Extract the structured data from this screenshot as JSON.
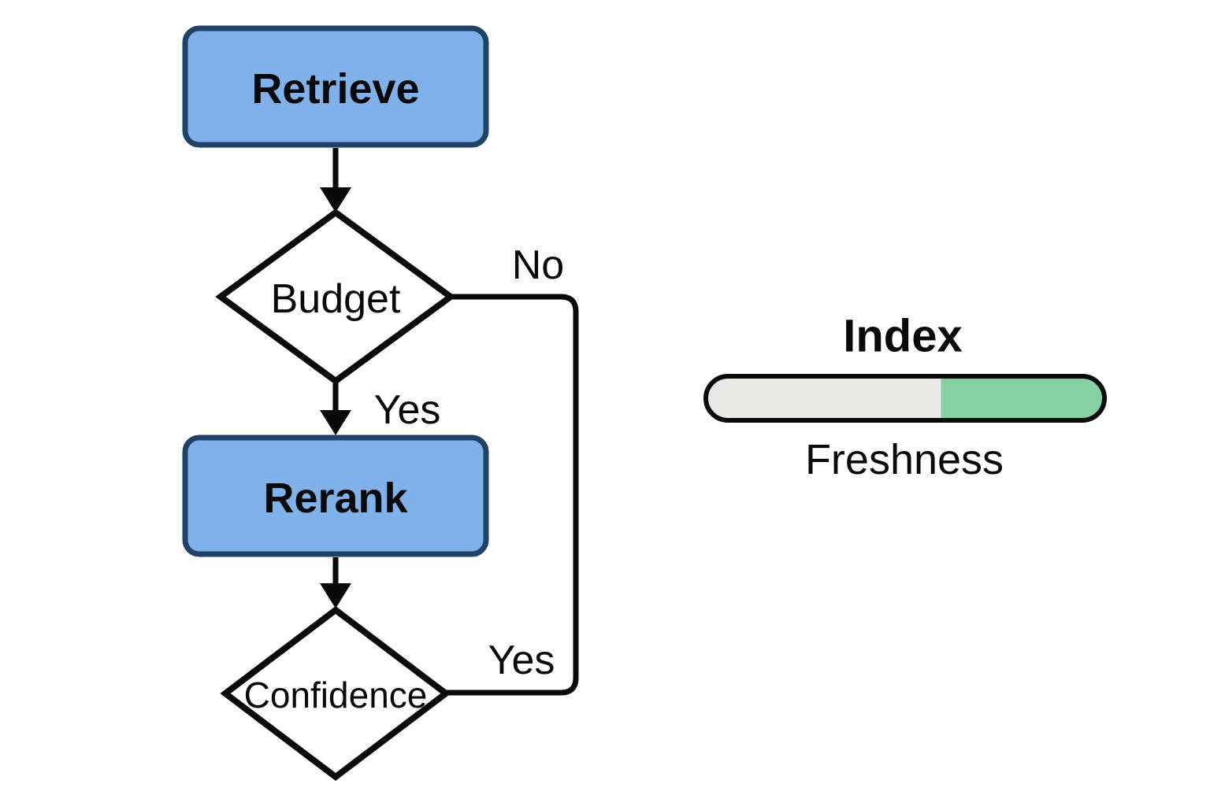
{
  "flowchart": {
    "nodes": [
      {
        "id": "retrieve",
        "shape": "rounded-rect",
        "label": "Retrieve"
      },
      {
        "id": "budget",
        "shape": "diamond",
        "label": "Budget"
      },
      {
        "id": "rerank",
        "shape": "rounded-rect",
        "label": "Rerank"
      },
      {
        "id": "confidence",
        "shape": "diamond",
        "label": "Confidence"
      }
    ],
    "edge_labels": [
      {
        "id": "budget-no",
        "label": "No"
      },
      {
        "id": "budget-yes",
        "label": "Yes"
      },
      {
        "id": "confidence-yes",
        "label": "Yes"
      }
    ],
    "edges": [
      {
        "from": "retrieve",
        "to": "budget"
      },
      {
        "from": "budget",
        "to": "rerank",
        "label_id": "budget-yes"
      },
      {
        "from": "rerank",
        "to": "confidence"
      },
      {
        "from": "budget",
        "to": "confidence",
        "label_id": "budget-no",
        "route": "right-side-loop"
      },
      {
        "from": "confidence",
        "to": "right-side-loop",
        "label_id": "confidence-yes"
      }
    ]
  },
  "gauge": {
    "title": "Index",
    "caption": "Freshness",
    "filled_pct": 41,
    "track_color": "#e9e9e7",
    "fill_color": "#85d1a4"
  },
  "colors": {
    "background": "#ffffff",
    "process_fill": "#7fb2ea",
    "process_border": "#1f4266",
    "line": "#0a0a0a",
    "text": "#0a0a0a"
  }
}
